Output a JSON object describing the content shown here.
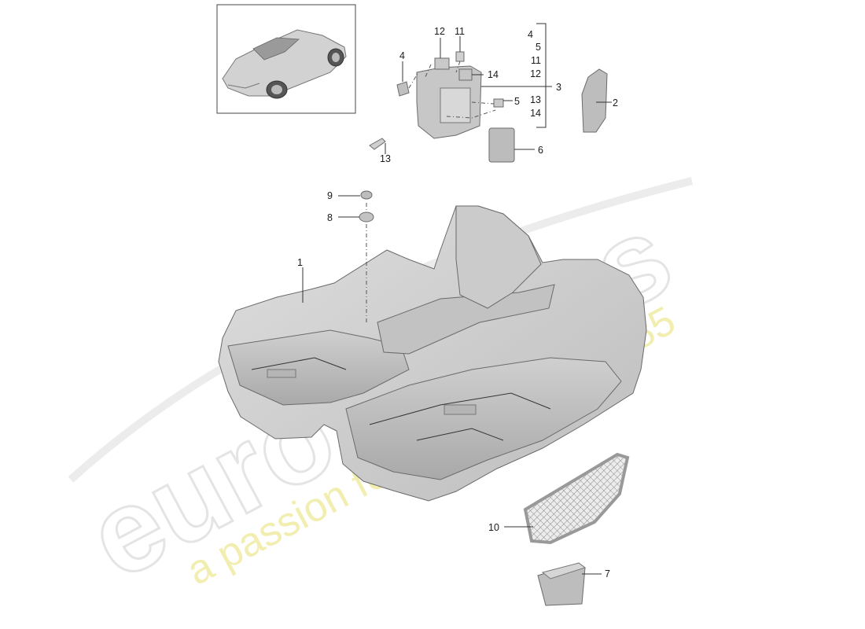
{
  "watermark": {
    "brand": "eurospares",
    "slogan": "a passion for parts since 1985"
  },
  "callouts": {
    "p1": "1",
    "p2": "2",
    "p3": "3",
    "p4": "4",
    "p5": "5",
    "p6": "6",
    "p7": "7",
    "p8": "8",
    "p9": "9",
    "p10": "10",
    "p11": "11",
    "p12": "12",
    "p13": "13",
    "p14": "14"
  },
  "kit_list": [
    "4",
    "5",
    "11",
    "12",
    "13",
    "14"
  ]
}
